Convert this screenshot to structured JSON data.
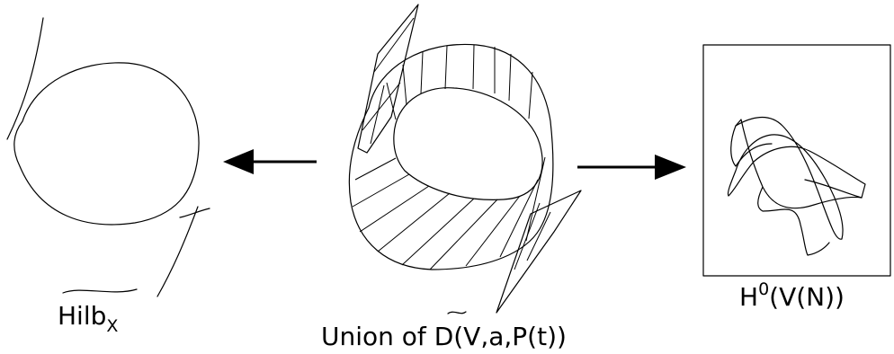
{
  "labels": {
    "left": {
      "text": "Hilb",
      "subscript": "X"
    },
    "middle": {
      "prefix": "Union of ",
      "symbol": "D",
      "args": "(V,a,P(t))"
    },
    "right": {
      "text": "H",
      "superscript": "0",
      "args": "(V(N))"
    }
  },
  "arrows": [
    {
      "name": "left-arrow",
      "direction": "left"
    },
    {
      "name": "right-arrow",
      "direction": "right"
    }
  ]
}
